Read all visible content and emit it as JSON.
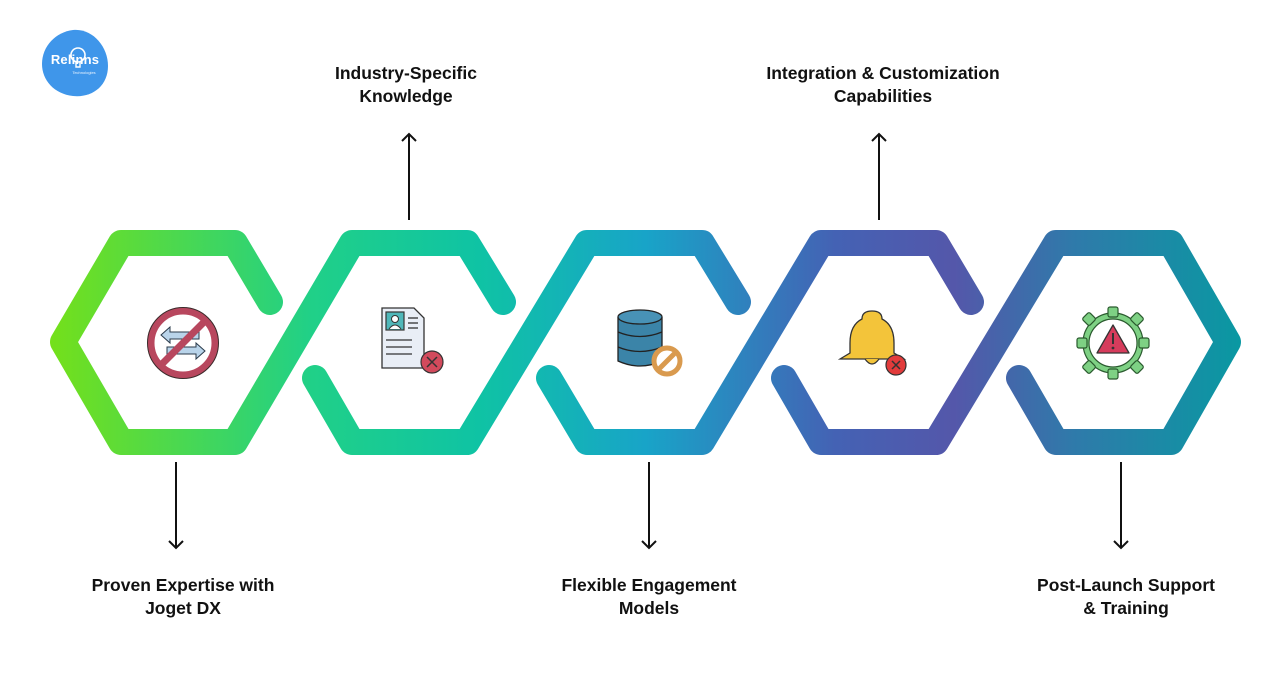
{
  "brand": {
    "name": "Reli",
    "name_suffix": "nns",
    "tagline": "Technologies",
    "color": "#3f96ea"
  },
  "diagram": {
    "title": "Why choose us for Joget DX",
    "gradient_stops": [
      "#6ee21d",
      "#1ed38f",
      "#16a8c4",
      "#3f6fb6",
      "#5558ae",
      "#357bab",
      "#0f9aa3"
    ],
    "steps": [
      {
        "label_line1": "Proven Expertise with",
        "label_line2": "Joget DX",
        "label_position": "bottom",
        "icon": "no-swap-icon"
      },
      {
        "label_line1": "Industry-Specific",
        "label_line2": "Knowledge",
        "label_position": "top",
        "icon": "rejected-resume-icon"
      },
      {
        "label_line1": "Flexible Engagement",
        "label_line2": "Models",
        "label_position": "bottom",
        "icon": "blocked-database-icon"
      },
      {
        "label_line1": "Integration & Customization",
        "label_line2": "Capabilities",
        "label_position": "top",
        "icon": "muted-bell-icon"
      },
      {
        "label_line1": "Post-Launch Support",
        "label_line2": "& Training",
        "label_position": "bottom",
        "icon": "gear-warning-icon"
      }
    ]
  }
}
